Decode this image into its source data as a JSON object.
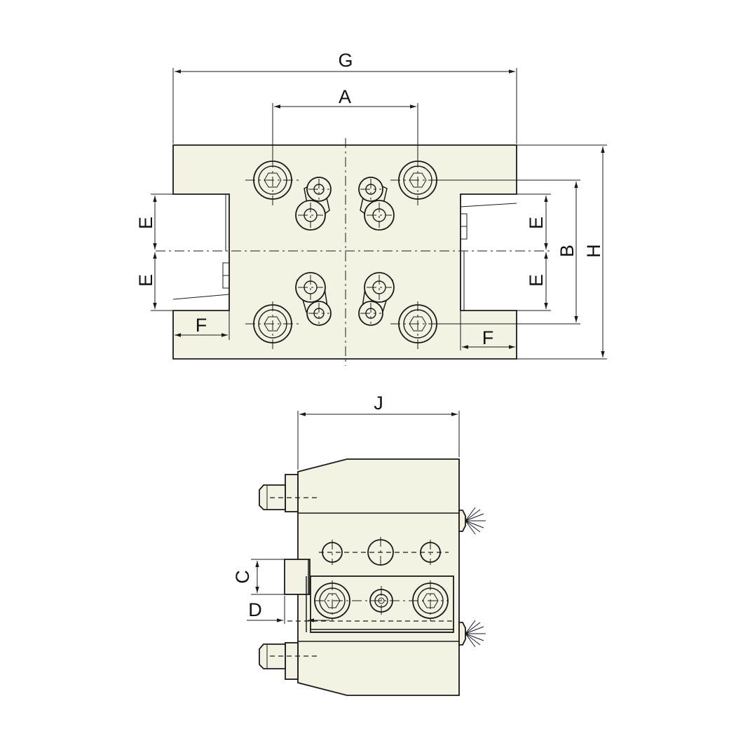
{
  "labels": {
    "G": "G",
    "A": "A",
    "B": "B",
    "H": "H",
    "E_left_upper": "E",
    "E_left_lower": "E",
    "E_right_upper": "E",
    "E_right_lower": "E",
    "F_left": "F",
    "F_right": "F",
    "J": "J",
    "C": "C",
    "D": "D"
  }
}
